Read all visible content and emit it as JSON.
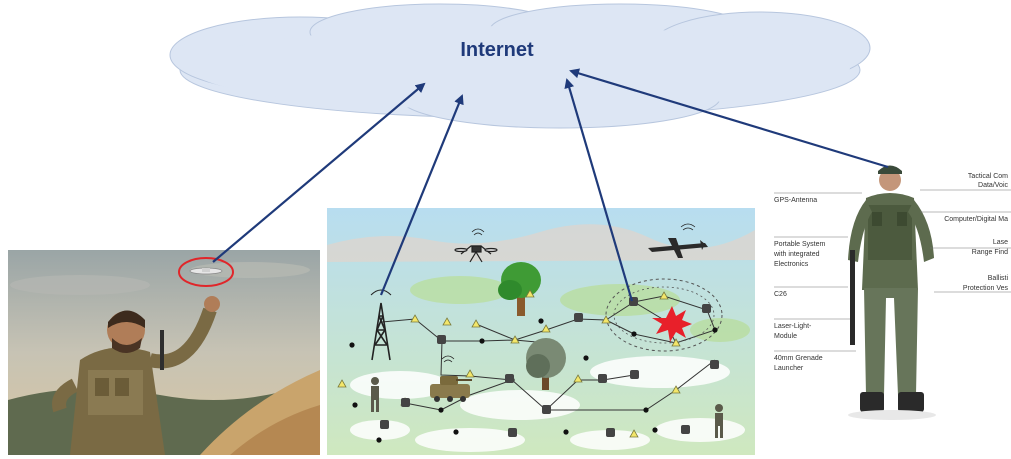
{
  "cloud": {
    "label": "Internet"
  },
  "soldier_panel": {
    "callouts": [
      "GPS-Antenna",
      "Portable System",
      "with integrated",
      "Electronics",
      "C26",
      "Laser-Light-",
      "Module",
      "40mm Grenade",
      "Launcher",
      "Tactical Com",
      "Data/Voic",
      "Computer/Digital Ma",
      "Lase",
      "Range Find",
      "Ballisti",
      "Protection Ves"
    ]
  },
  "colors": {
    "cloud_fill": "#dde6f4",
    "arrow": "#1f3a7a",
    "title": "#1f3a7a",
    "highlight_circle": "#e0262a",
    "sensor_triangle": "#f3e66a",
    "explosion": "#e8202a"
  }
}
